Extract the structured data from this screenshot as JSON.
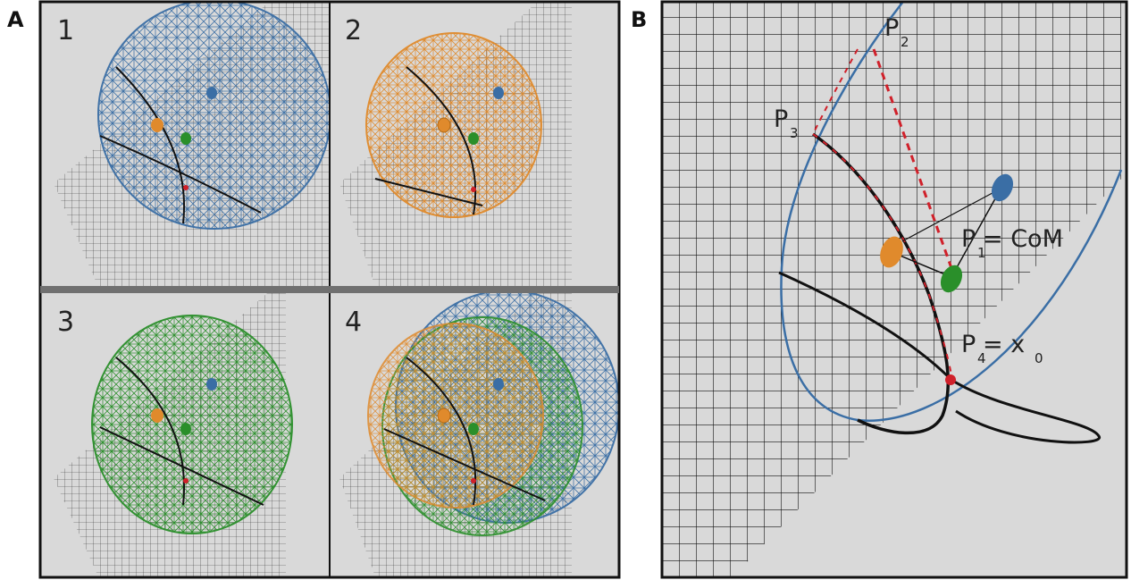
{
  "figure": {
    "panel_a": {
      "letter": "A",
      "subpanels": [
        {
          "number": "1",
          "color": "#3a6ea5"
        },
        {
          "number": "2",
          "color": "#e08a2c"
        },
        {
          "number": "3",
          "color": "#2a8f2a"
        },
        {
          "number": "4",
          "color": "#3a6ea5"
        }
      ]
    },
    "panel_b": {
      "letter": "B",
      "labels": {
        "p1_main": "P",
        "p1_sub": "1",
        "p1_suffix": " = CoM",
        "p2_main": "P",
        "p2_sub": "2",
        "p3_main": "P",
        "p3_sub": "3",
        "p4_main": "P",
        "p4_sub": "4",
        "p4_suffix": " = x",
        "p4_suffix_sub": "0"
      }
    },
    "colors": {
      "blue": "#3a6ea5",
      "orange": "#e08a2c",
      "green": "#2a8f2a",
      "red": "#d0202a",
      "background": "#d9d9d9",
      "grid": "#222222"
    }
  }
}
